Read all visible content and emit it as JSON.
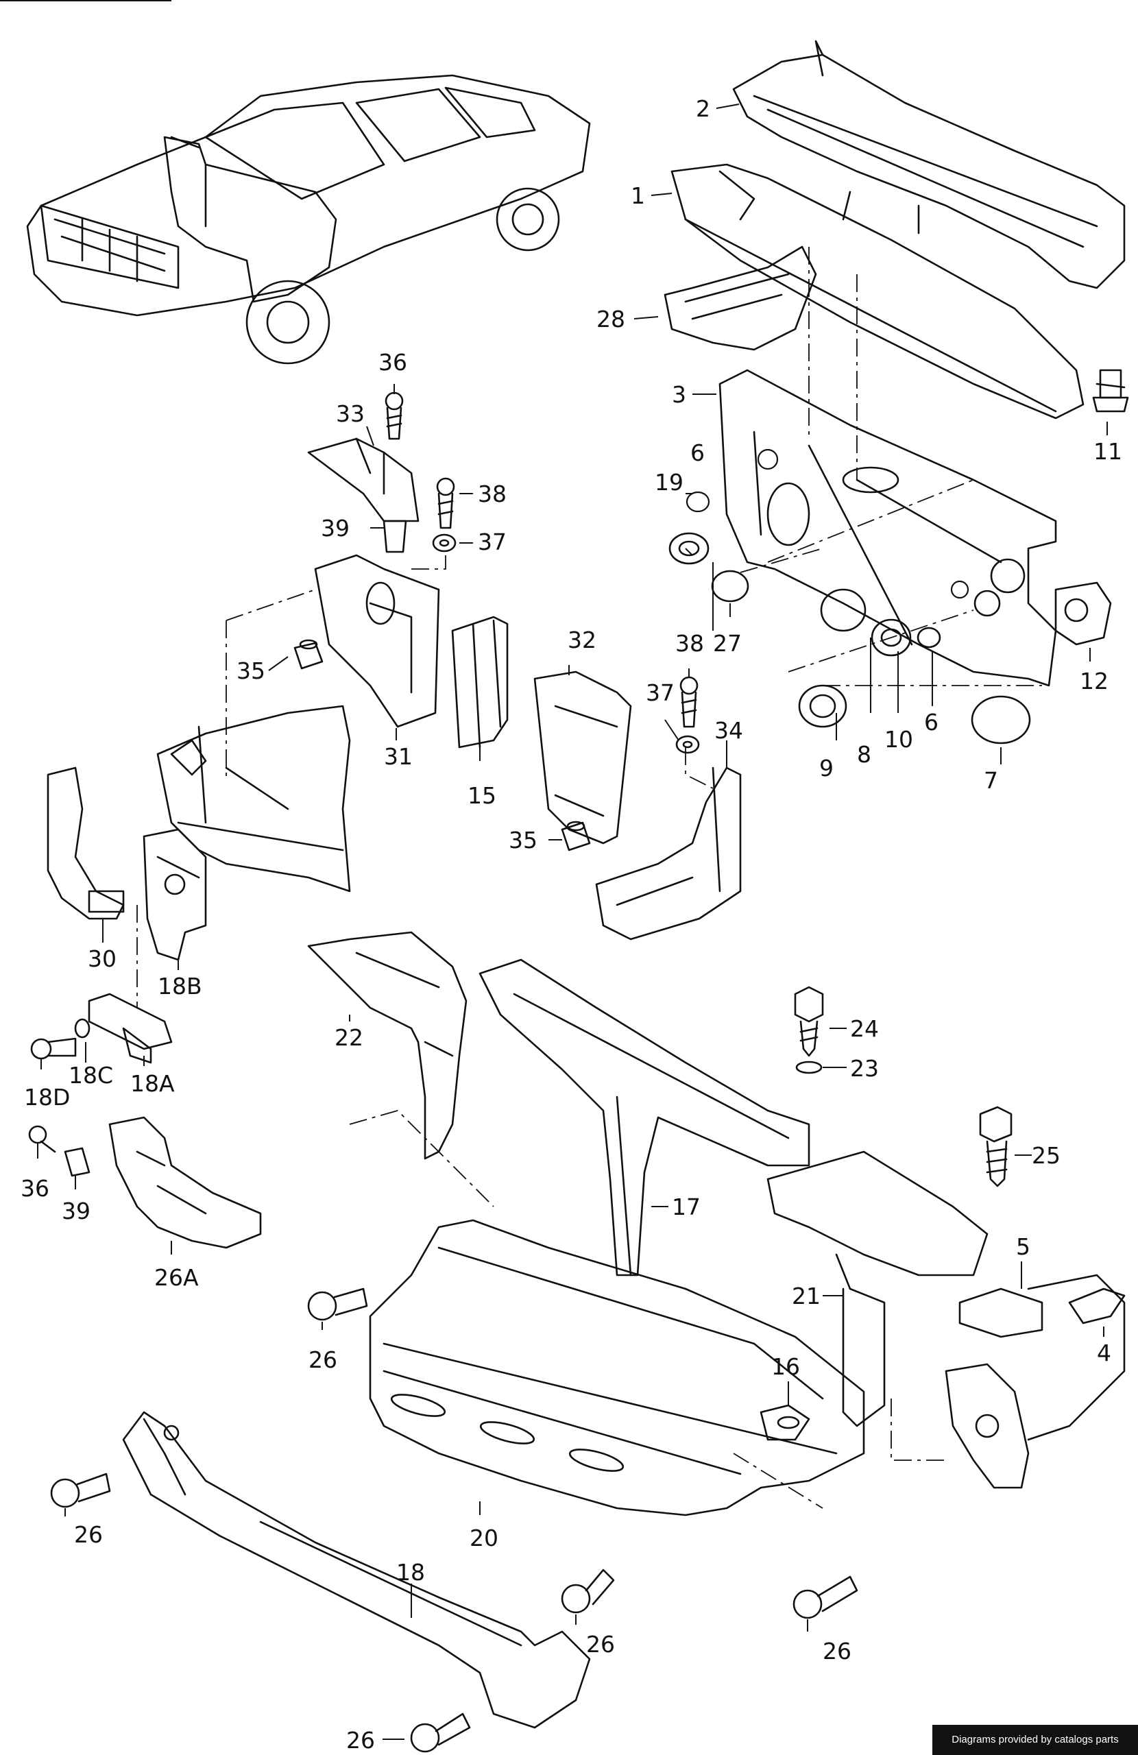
{
  "callouts": {
    "c1": "1",
    "c2": "2",
    "c3": "3",
    "c4": "4",
    "c5": "5",
    "c6a": "6",
    "c6b": "6",
    "c7": "7",
    "c8": "8",
    "c9": "9",
    "c10": "10",
    "c11": "11",
    "c12": "12",
    "c15": "15",
    "c16": "16",
    "c17": "17",
    "c18": "18",
    "c18a": "18A",
    "c18b": "18B",
    "c18c": "18C",
    "c18d": "18D",
    "c19": "19",
    "c20": "20",
    "c21": "21",
    "c22": "22",
    "c23": "23",
    "c24": "24",
    "c25": "25",
    "c26a": "26",
    "c26b": "26",
    "c26c": "26",
    "c26d": "26",
    "c26e": "26",
    "c26f": "26A",
    "c27": "27",
    "c28": "28",
    "c30": "30",
    "c31": "31",
    "c32": "32",
    "c33": "33",
    "c34": "34",
    "c35a": "35",
    "c35b": "35",
    "c36a": "36",
    "c36b": "36",
    "c37a": "37",
    "c37b": "37",
    "c38a": "38",
    "c38b": "38",
    "c39a": "39",
    "c39b": "39"
  },
  "footer": {
    "credit": "Diagrams provided by catalogs parts"
  }
}
